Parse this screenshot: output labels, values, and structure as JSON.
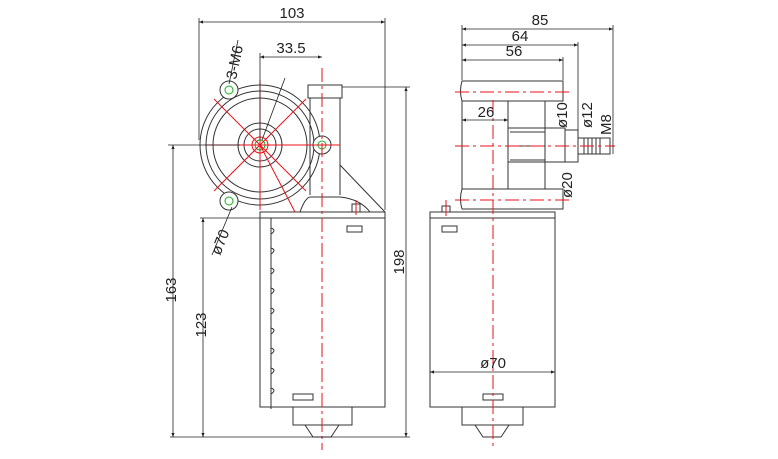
{
  "drawing": {
    "front_view": {
      "width_overall": "103",
      "shaft_offset": "33.5",
      "mount_holes": "3-M6",
      "flange_diameter": "ø70",
      "height_to_hub": "163",
      "motor_height": "123",
      "height_overall": "198"
    },
    "side_view": {
      "length_overall": "85",
      "length_to_shoulder": "64",
      "housing_length": "56",
      "offset": "26",
      "dia_10": "ø10",
      "dia_12": "ø12",
      "thread": "M8",
      "dia_20": "ø20",
      "motor_diameter": "ø70"
    }
  }
}
